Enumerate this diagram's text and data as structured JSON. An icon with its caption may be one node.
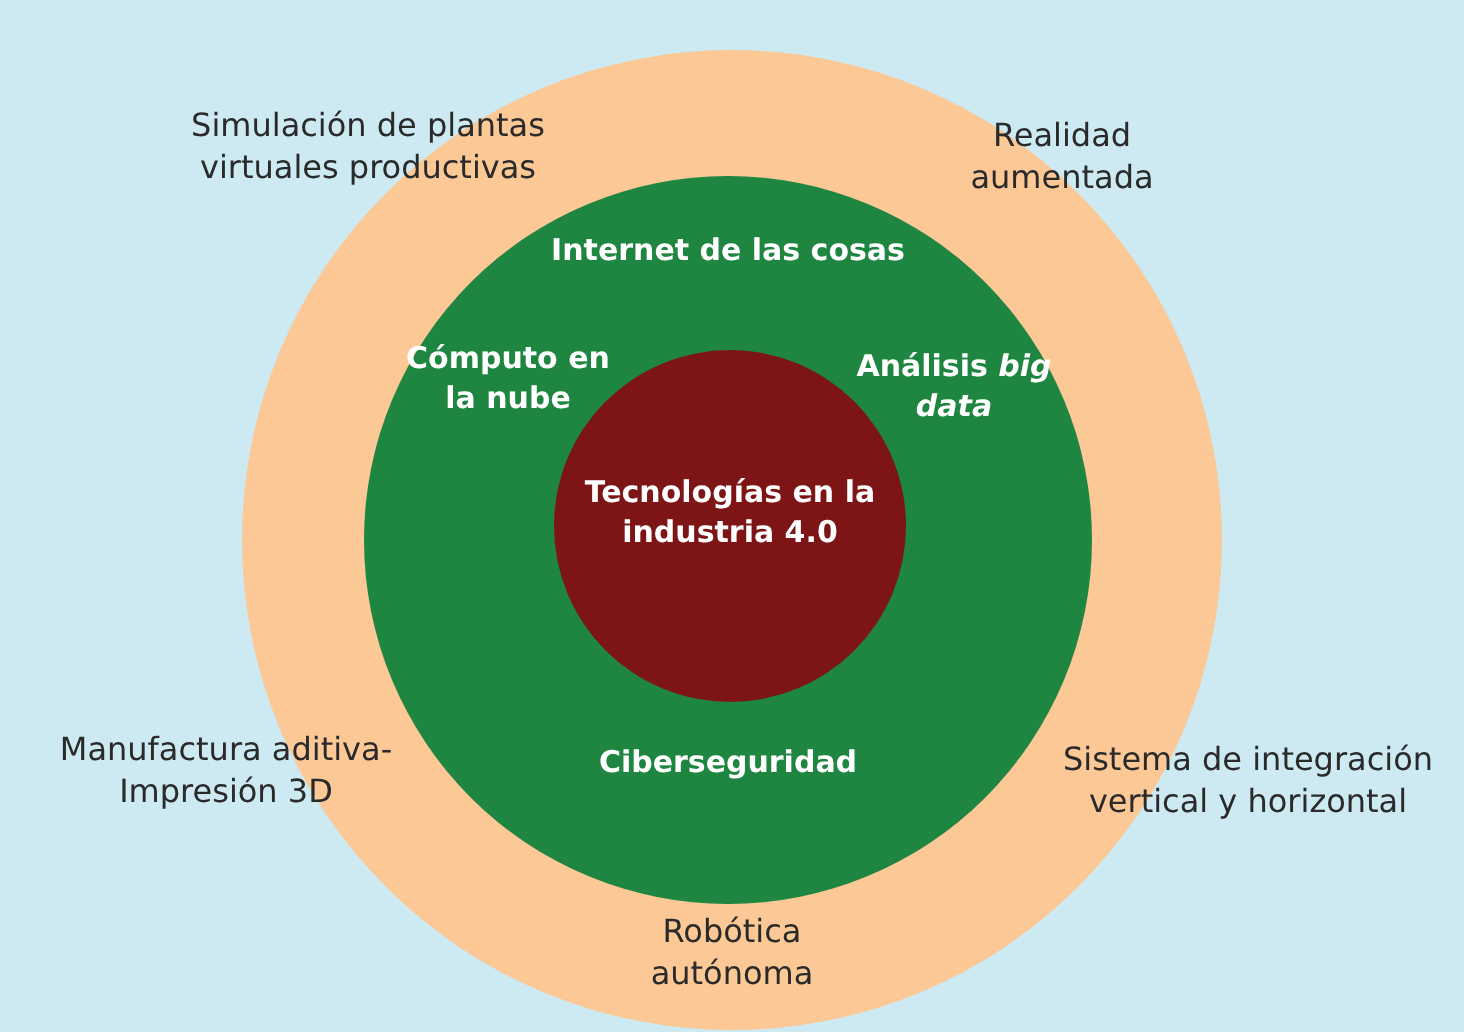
{
  "diagram": {
    "nodes": [
      {
        "text": [
          "Simulación de plantas virtuales productivas",
          "Realidad aumentada",
          "Manufactura aditiva-Impresión 3D",
          "Sistema de integración vertical y horizontal",
          "Robótica autónoma"
        ]
      },
      {
        "text": [
          "Internet de las cosas",
          "Cómputo en la nube",
          "Análisis *big data*",
          "Ciberseguridad"
        ],
        "in": 0
      },
      {
        "text": [
          "Tecnologías en la industria 4.0"
        ],
        "in": 1
      }
    ],
    "edges": []
  }
}
